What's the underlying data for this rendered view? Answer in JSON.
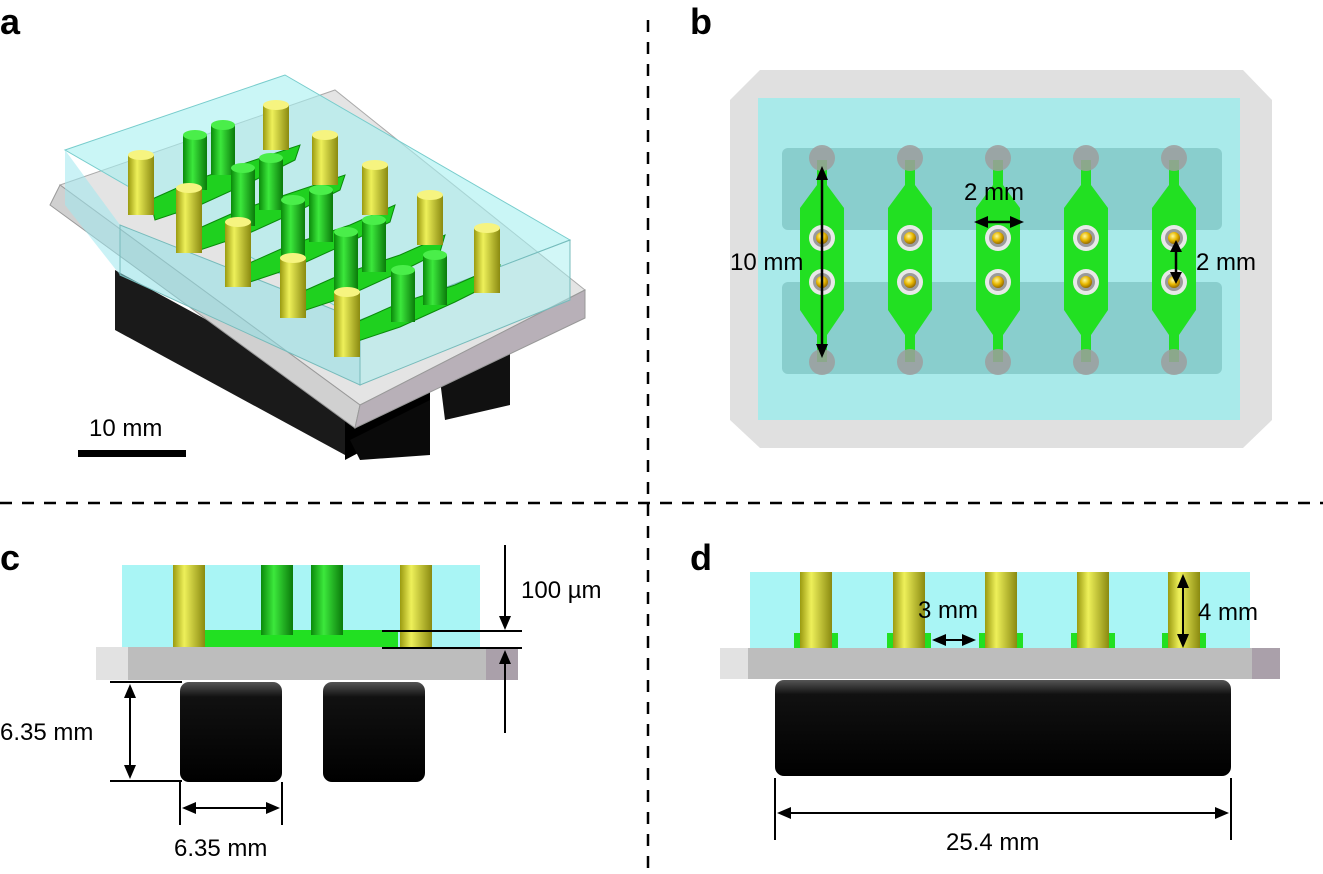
{
  "panels": {
    "a": {
      "letter": "a",
      "scale_bar": "10 mm"
    },
    "b": {
      "letter": "b",
      "length": "10 mm",
      "width": "2 mm",
      "spacing": "2 mm"
    },
    "c": {
      "letter": "c",
      "height_thin": "100 µm",
      "magnet_height": "6.35 mm",
      "magnet_width": "6.35 mm"
    },
    "d": {
      "letter": "d",
      "pillar_gap": "3 mm",
      "pillar_height": "4 mm",
      "base_width": "25.4 mm"
    }
  },
  "colors": {
    "pdms": "#a6f2f2",
    "channel": "#22dd22",
    "pillar": "#d4e23a",
    "glass": "#cccccc",
    "magnet": "#111111"
  }
}
